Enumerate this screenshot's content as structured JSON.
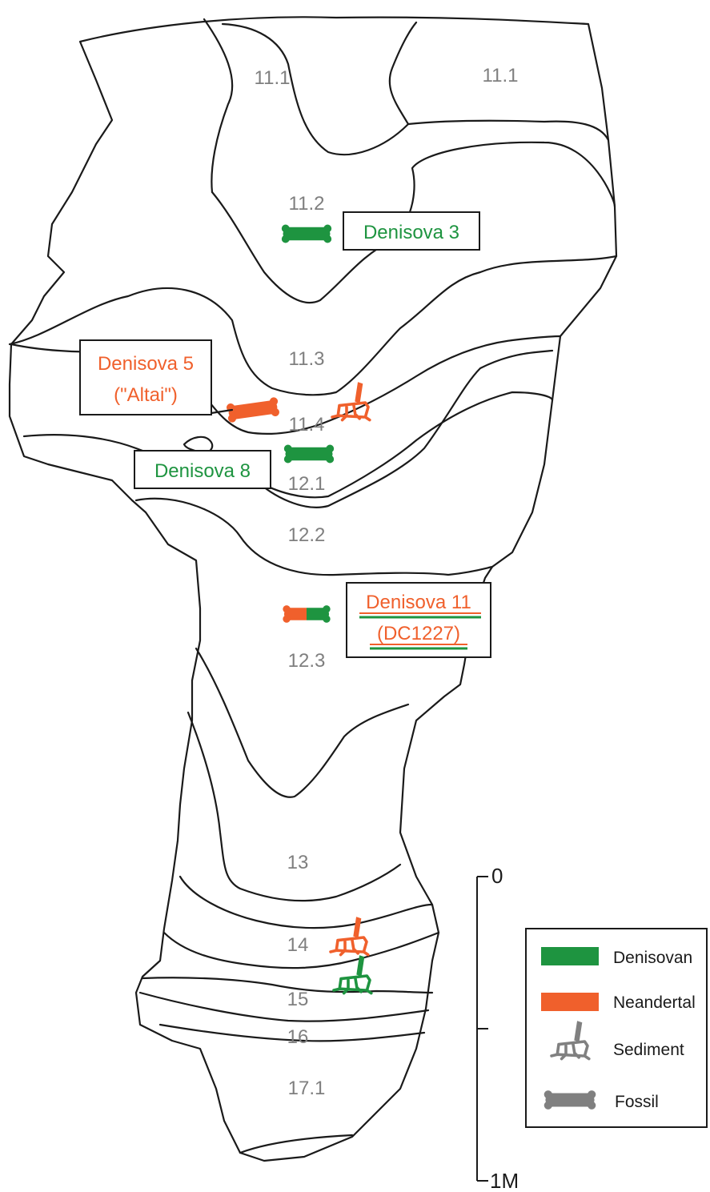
{
  "colors": {
    "denisovan": "#1e9440",
    "neandertal": "#f0602c",
    "generic": "#808080",
    "layer_label": "#7f7f7f",
    "outline": "#1a1a1a"
  },
  "layers": [
    "11.1",
    "11.1",
    "11.2",
    "11.3",
    "11.4",
    "12.1",
    "12.2",
    "12.3",
    "13",
    "14",
    "15",
    "16",
    "17.1"
  ],
  "specimens": {
    "denisova3": {
      "line1": "Denisova 3",
      "group": "Denisovan"
    },
    "denisova5": {
      "line1": "Denisova 5",
      "line2": "(\"Altai\")",
      "group": "Neandertal"
    },
    "denisova8": {
      "line1": "Denisova 8",
      "group": "Denisovan"
    },
    "denisova11": {
      "line1": "Denisova 11",
      "line2": "(DC1227)",
      "group": "Neandertal / Denisovan"
    }
  },
  "legend": {
    "denisovan": "Denisovan",
    "neandertal": "Neandertal",
    "sediment": "Sediment",
    "fossil": "Fossil"
  },
  "scale": {
    "top": "0",
    "bottom": "1M"
  }
}
